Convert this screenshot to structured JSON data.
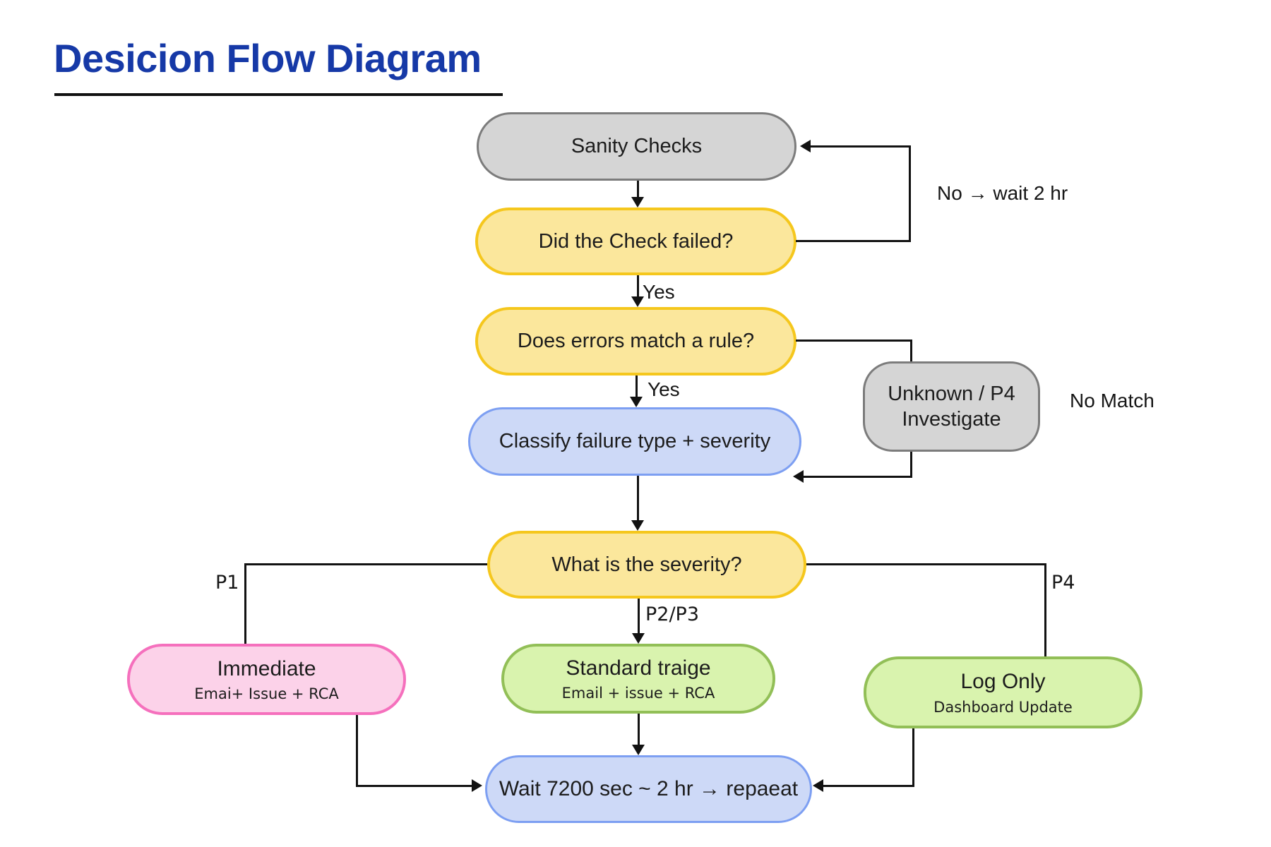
{
  "title": "Desicion Flow Diagram",
  "colors": {
    "title": "#1639a7",
    "gray-fill": "#d5d5d5",
    "gray-border": "#7c7c7c",
    "yellow-fill": "#fbe79c",
    "yellow-border": "#f5c71d",
    "blue-fill": "#cdd9f7",
    "blue-border": "#7d9ff2",
    "pink-fill": "#fcd2e9",
    "pink-border": "#f570bd",
    "green-fill": "#d9f3ae",
    "green-border": "#92bf57",
    "edge": "#121212"
  },
  "nodes": {
    "sanity": {
      "label": "Sanity Checks"
    },
    "did_check_failed": {
      "label": "Did the Check failed?"
    },
    "does_errors_match": {
      "label": "Does errors match a rule?"
    },
    "classify": {
      "label": "Classify failure type + severity"
    },
    "unknown": {
      "line1": "Unknown / P4",
      "line2": "Investigate"
    },
    "severity": {
      "label": "What is the severity?"
    },
    "immediate": {
      "label": "Immediate",
      "sublabel": "Emai+ Issue + RCA"
    },
    "standard": {
      "label": "Standard traige",
      "sublabel": "Email + issue + RCA"
    },
    "log_only": {
      "label": "Log Only",
      "sublabel": "Dashboard Update"
    },
    "wait": {
      "label": "Wait 7200 sec ~ 2 hr → repaeat"
    }
  },
  "edge_labels": {
    "no_wait": "No → wait 2 hr",
    "yes1": "Yes",
    "yes2": "Yes",
    "no_match": "No Match",
    "p1": "P1",
    "p2p3": "P2/P3",
    "p4": "P4"
  }
}
